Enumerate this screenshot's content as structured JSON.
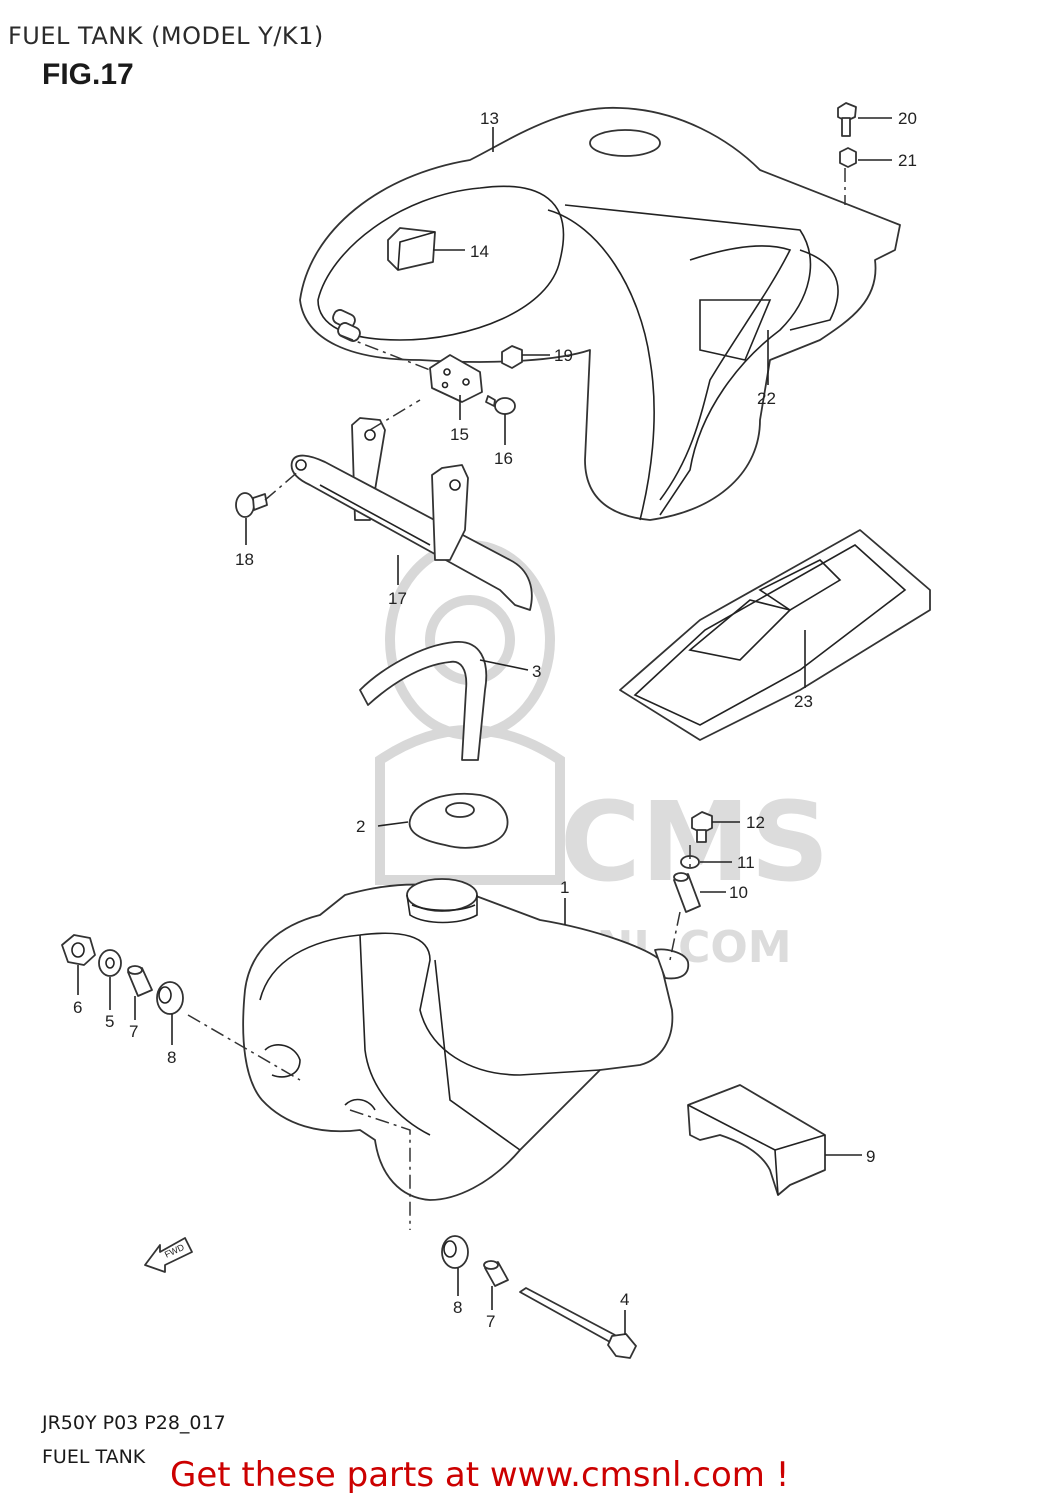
{
  "header": {
    "title": "FUEL TANK (MODEL Y/K1)",
    "figure": "FIG.17"
  },
  "footer": {
    "code": "JR50Y P03 P28_017",
    "caption": "FUEL TANK",
    "promo": "Get these parts at www.cmsnl.com !"
  },
  "watermark": {
    "brand": "CMS",
    "url": "WWW.CMSNL.COM"
  },
  "callouts": [
    {
      "id": "13",
      "label": "13"
    },
    {
      "id": "20",
      "label": "20"
    },
    {
      "id": "21",
      "label": "21"
    },
    {
      "id": "14",
      "label": "14"
    },
    {
      "id": "19",
      "label": "19"
    },
    {
      "id": "15",
      "label": "15"
    },
    {
      "id": "16",
      "label": "16"
    },
    {
      "id": "22",
      "label": "22"
    },
    {
      "id": "18",
      "label": "18"
    },
    {
      "id": "17",
      "label": "17"
    },
    {
      "id": "3",
      "label": "3"
    },
    {
      "id": "23",
      "label": "23"
    },
    {
      "id": "2",
      "label": "2"
    },
    {
      "id": "12",
      "label": "12"
    },
    {
      "id": "11",
      "label": "11"
    },
    {
      "id": "10",
      "label": "10"
    },
    {
      "id": "1",
      "label": "1"
    },
    {
      "id": "6",
      "label": "6"
    },
    {
      "id": "5",
      "label": "5"
    },
    {
      "id": "7a",
      "label": "7"
    },
    {
      "id": "8a",
      "label": "8"
    },
    {
      "id": "9",
      "label": "9"
    },
    {
      "id": "4",
      "label": "4"
    },
    {
      "id": "8b",
      "label": "8"
    },
    {
      "id": "7b",
      "label": "7"
    }
  ],
  "fwd_label": "FWD"
}
